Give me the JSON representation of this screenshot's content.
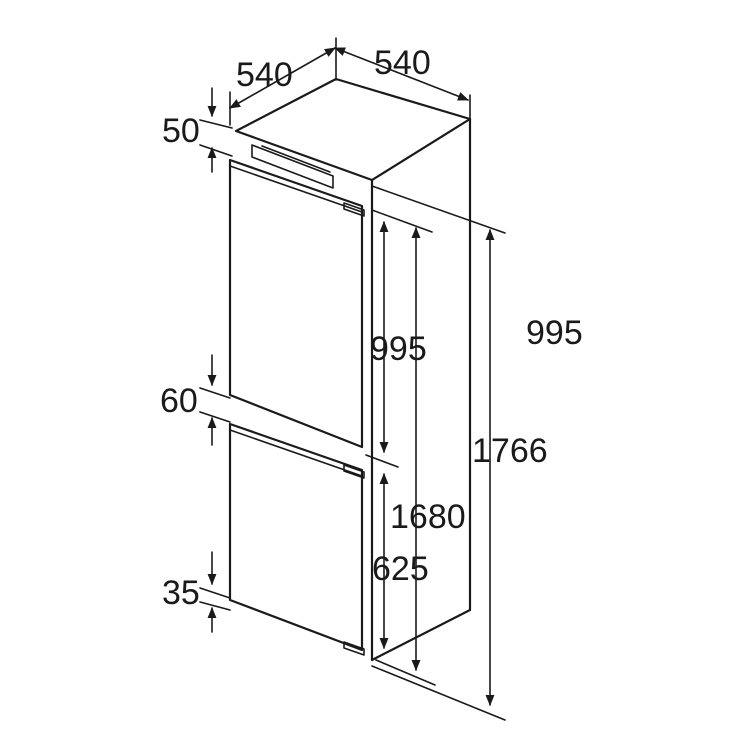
{
  "colors": {
    "line": "#1a1a1a",
    "background": "#ffffff"
  },
  "labels": {
    "top_width_left": "540",
    "top_depth_right": "540",
    "top_gap": "50",
    "upper_door": "995",
    "upper_section_right": "995",
    "middle_gap": "60",
    "total_height": "1766",
    "door_height": "1680",
    "lower_door": "625",
    "bottom_gap": "35"
  }
}
